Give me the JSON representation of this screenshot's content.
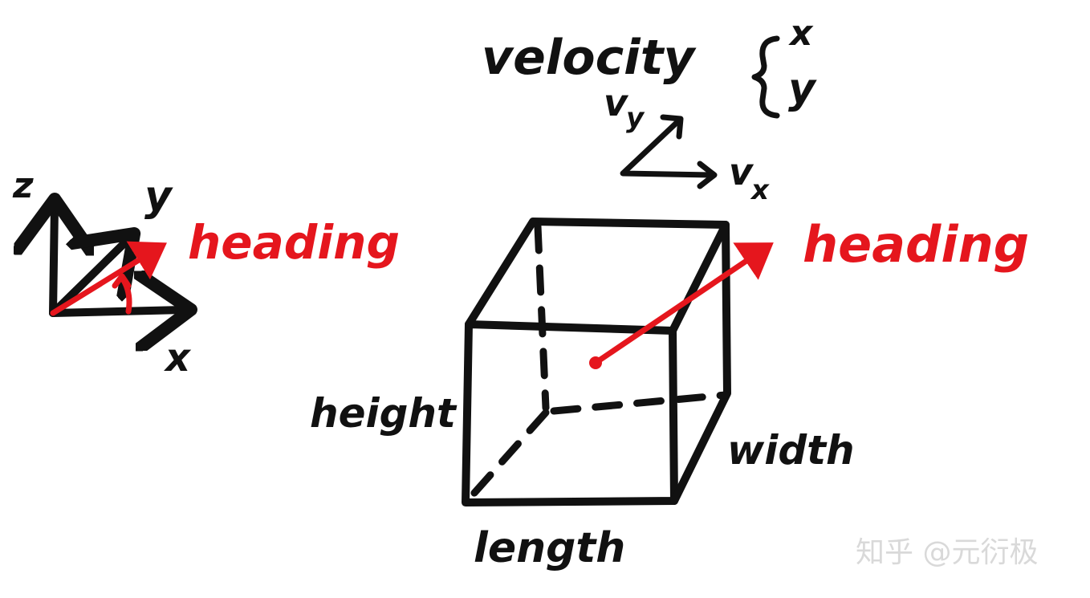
{
  "colors": {
    "ink": "#111111",
    "heading": "#e5161d",
    "watermark": "#d9d9d9"
  },
  "axes_sketch": {
    "z_label": "z",
    "y_label": "y",
    "x_label": "x",
    "heading_label": "heading"
  },
  "velocity": {
    "title": "velocity",
    "components": [
      "x",
      "y"
    ],
    "vy_label": "v",
    "vy_sub": "y",
    "vx_label": "v",
    "vx_sub": "x"
  },
  "box": {
    "heading_label": "heading",
    "height_label": "height",
    "width_label": "width",
    "length_label": "length"
  },
  "watermark": {
    "text": "知乎 @元衍极"
  }
}
